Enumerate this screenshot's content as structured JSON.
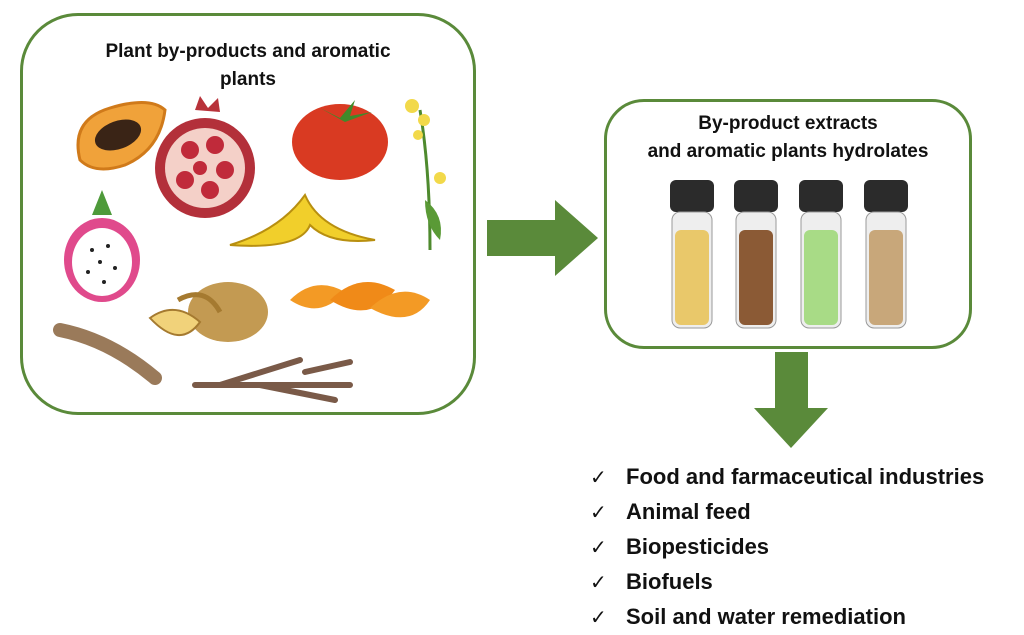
{
  "left_panel": {
    "title_line1": "Plant by-products  and aromatic",
    "title_line2": "plants",
    "items": [
      "papaya-icon",
      "pomegranate-icon",
      "tomato-icon",
      "rapeseed-flower-icon",
      "dragon-fruit-icon",
      "banana-peel-icon",
      "orange-peel-icon",
      "potato-peel-icon",
      "cassava-root-icon",
      "roots-icon"
    ]
  },
  "right_panel": {
    "title_line1": "By-product  extracts",
    "title_line2": "and aromatic  plants  hydrolates",
    "vials": [
      {
        "name": "vial-yellow",
        "color": "#e9c86a"
      },
      {
        "name": "vial-brown",
        "color": "#8b5a35"
      },
      {
        "name": "vial-green",
        "color": "#a8db86"
      },
      {
        "name": "vial-tan",
        "color": "#c8a77a"
      }
    ]
  },
  "arrow_color": "#5a8a3a",
  "applications": {
    "check_symbol": "✓",
    "items": [
      "Food and farmaceutical industries",
      "Animal feed",
      "Biopesticides",
      "Biofuels",
      "Soil and water remediation"
    ]
  }
}
